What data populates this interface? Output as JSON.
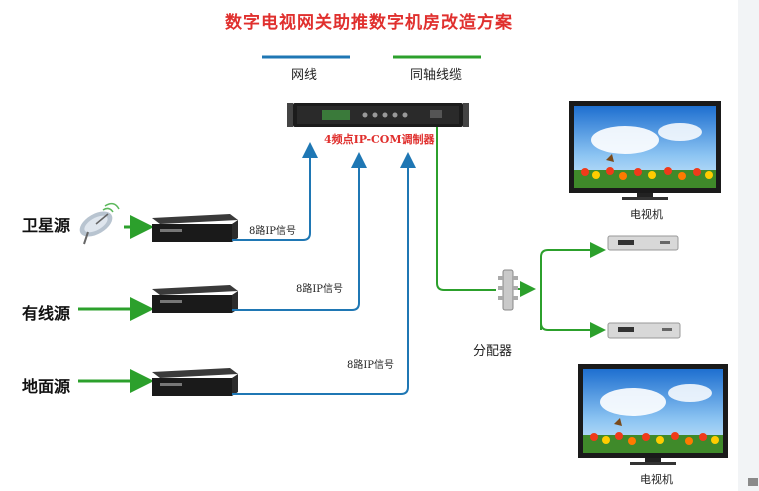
{
  "title": "数字电视网关助推数字机房改造方案",
  "legend": {
    "network_line": {
      "label": "网线",
      "color": "#1f77b4"
    },
    "coax_line": {
      "label": "同轴线缆",
      "color": "#2ca02c"
    }
  },
  "modulator": {
    "label": "4频点IP-COM调制器"
  },
  "sources": [
    {
      "label": "卫星源",
      "signal": "8路IP信号"
    },
    {
      "label": "有线源",
      "signal": "8路IP信号"
    },
    {
      "label": "地面源",
      "signal": "8路IP信号"
    }
  ],
  "splitter": {
    "label": "分配器"
  },
  "tvs": [
    {
      "label": "电视机"
    },
    {
      "label": "电视机"
    }
  ],
  "colors": {
    "title": "#e0302e",
    "network": "#1f77b4",
    "coax": "#2ca02c"
  }
}
